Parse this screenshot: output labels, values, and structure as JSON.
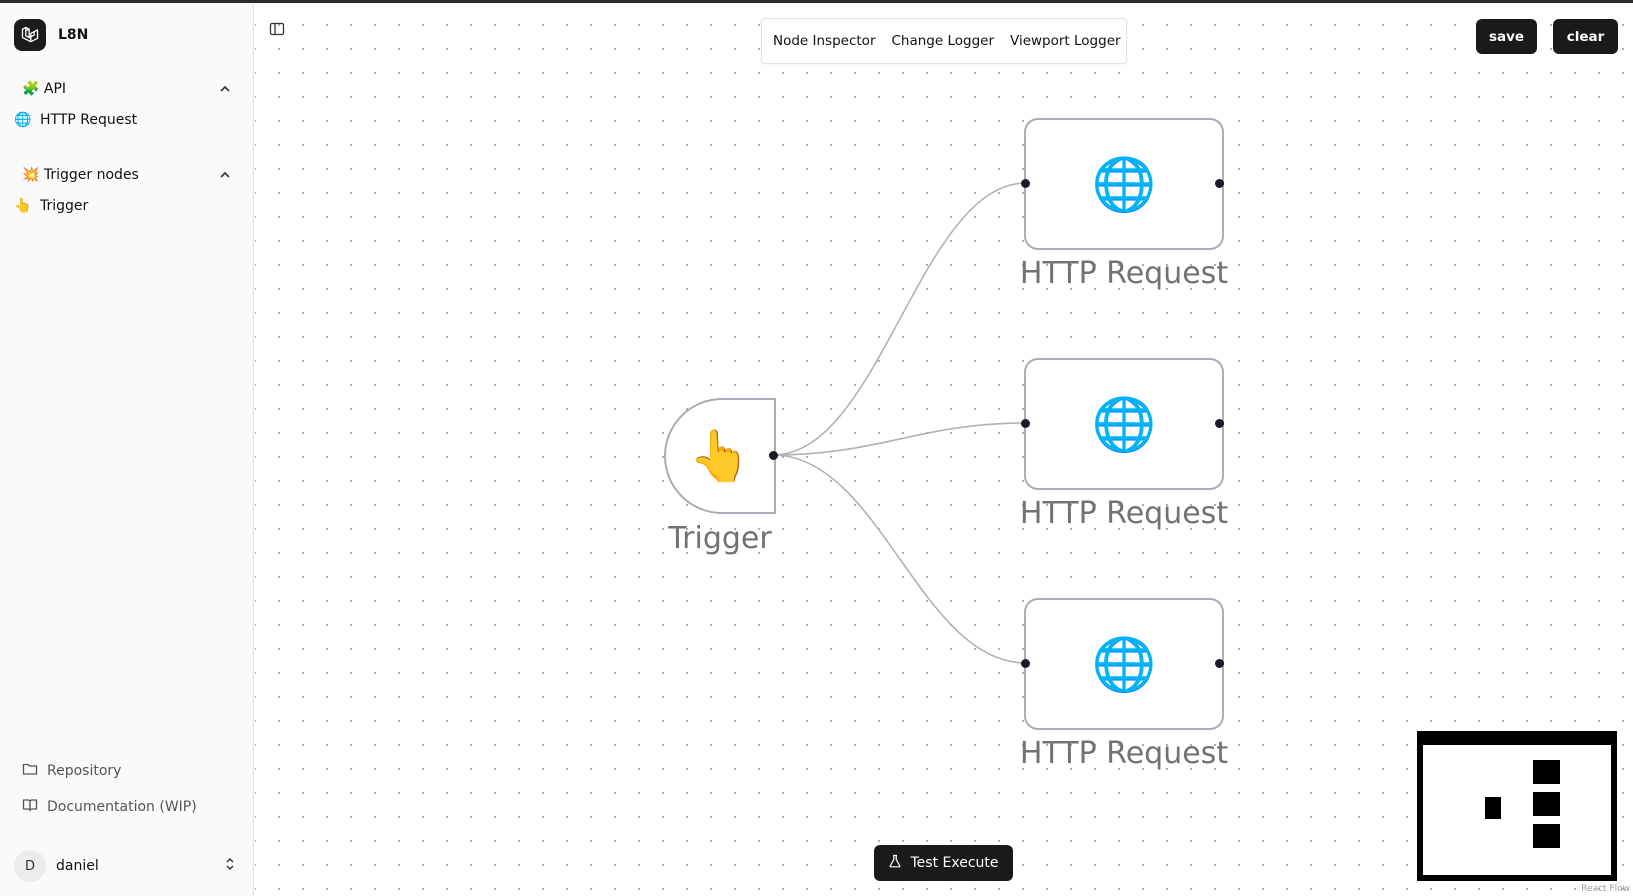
{
  "app": {
    "name": "L8N"
  },
  "sidebar": {
    "groups": [
      {
        "emoji": "🧩",
        "label": "API",
        "items": [
          {
            "emoji": "🌐",
            "label": "HTTP Request"
          }
        ]
      },
      {
        "emoji": "💥",
        "label": "Trigger nodes",
        "items": [
          {
            "emoji": "👆",
            "label": "Trigger"
          }
        ]
      }
    ],
    "footer_links": [
      {
        "label": "Repository"
      },
      {
        "label": "Documentation (WIP)"
      }
    ],
    "user": {
      "initial": "D",
      "name": "daniel"
    }
  },
  "toolbar": {
    "panel_buttons": [
      "Node Inspector",
      "Change Logger",
      "Viewport Logger"
    ],
    "save_label": "save",
    "clear_label": "clear"
  },
  "canvas": {
    "nodes": [
      {
        "type": "trigger",
        "emoji": "👆",
        "label": "Trigger"
      },
      {
        "type": "http",
        "emoji": "🌐",
        "label": "HTTP Request"
      },
      {
        "type": "http",
        "emoji": "🌐",
        "label": "HTTP Request"
      },
      {
        "type": "http",
        "emoji": "🌐",
        "label": "HTTP Request"
      }
    ],
    "test_execute_label": "Test Execute",
    "attribution": "React Flow"
  },
  "colors": {
    "edge": "#b1b1b7",
    "node_border": "#a8acb6",
    "handle": "#1a1a2a",
    "button_dark": "#1a1a1a"
  }
}
